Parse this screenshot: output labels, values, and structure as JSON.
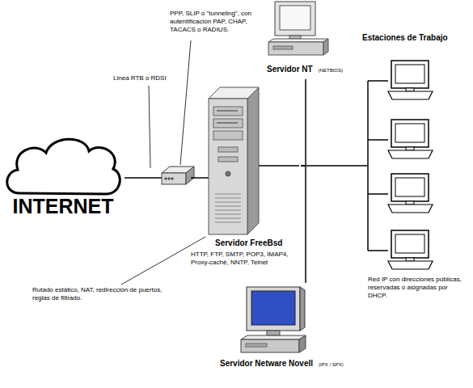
{
  "diagram": {
    "nodes": [
      {
        "text": [
          "INTERNET"
        ]
      },
      {
        "text": [
          "Servidor FreeBsd",
          "HTTP, FTP, SMTP, POP3, IMAP4, Proxy-caché, NNTP, Telnet"
        ]
      },
      {
        "text": [
          "Servidor NT",
          "(NETBIOS)"
        ]
      },
      {
        "text": [
          "Estaciones de Trabajo"
        ]
      },
      {
        "text": [
          "Servidor Netware Novell",
          "(IPX / SPX)"
        ]
      }
    ],
    "edges": [
      {
        "from": 0,
        "to": 1,
        "arrow": "none"
      },
      {
        "from": 1,
        "to": 2,
        "arrow": "none"
      },
      {
        "from": 1,
        "to": 3,
        "arrow": "none"
      },
      {
        "from": 1,
        "to": 4,
        "arrow": "none"
      }
    ],
    "labels": [
      "PPP, SLIP o \"tunneling\", con autentificación PAP, CHAP, TACACS o RADIUS.",
      "Linea RTB o RDSI",
      "Rutado estático, NAT, redirección de puertos, reglas de filtrado.",
      "Red IP con direcciones públicas, reservadas o asignadas por DHCP."
    ]
  }
}
